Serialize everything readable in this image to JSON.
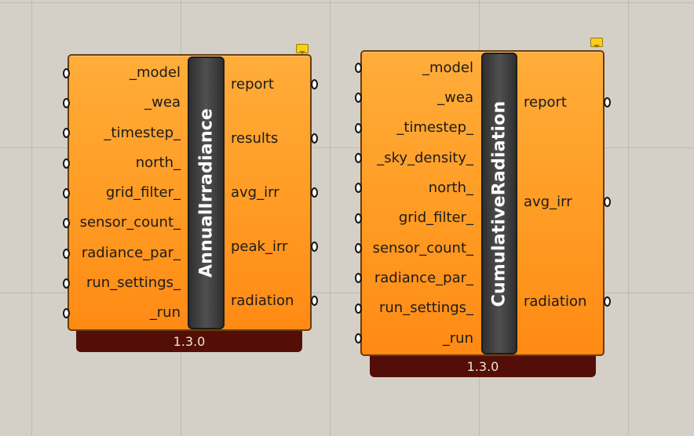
{
  "components": [
    {
      "title": "AnnualIrradiance",
      "version": "1.3.0",
      "inputs": [
        "_model",
        "_wea",
        "_timestep_",
        "north_",
        "grid_filter_",
        "sensor_count_",
        "radiance_par_",
        "run_settings_",
        "_run"
      ],
      "outputs": [
        "report",
        "results",
        "avg_irr",
        "peak_irr",
        "radiation"
      ]
    },
    {
      "title": "CumulativeRadiation",
      "version": "1.3.0",
      "inputs": [
        "_model",
        "_wea",
        "_timestep_",
        "_sky_density_",
        "north_",
        "grid_filter_",
        "sensor_count_",
        "radiance_par_",
        "run_settings_",
        "_run"
      ],
      "outputs": [
        "report",
        "avg_irr",
        "radiation"
      ]
    }
  ],
  "colors": {
    "component_fill": "#ff9b23",
    "title_bar": "#3c3c3c",
    "version_bar": "#540e08",
    "canvas": "#d4d0c8"
  },
  "icons": [
    "message-balloon-icon"
  ]
}
